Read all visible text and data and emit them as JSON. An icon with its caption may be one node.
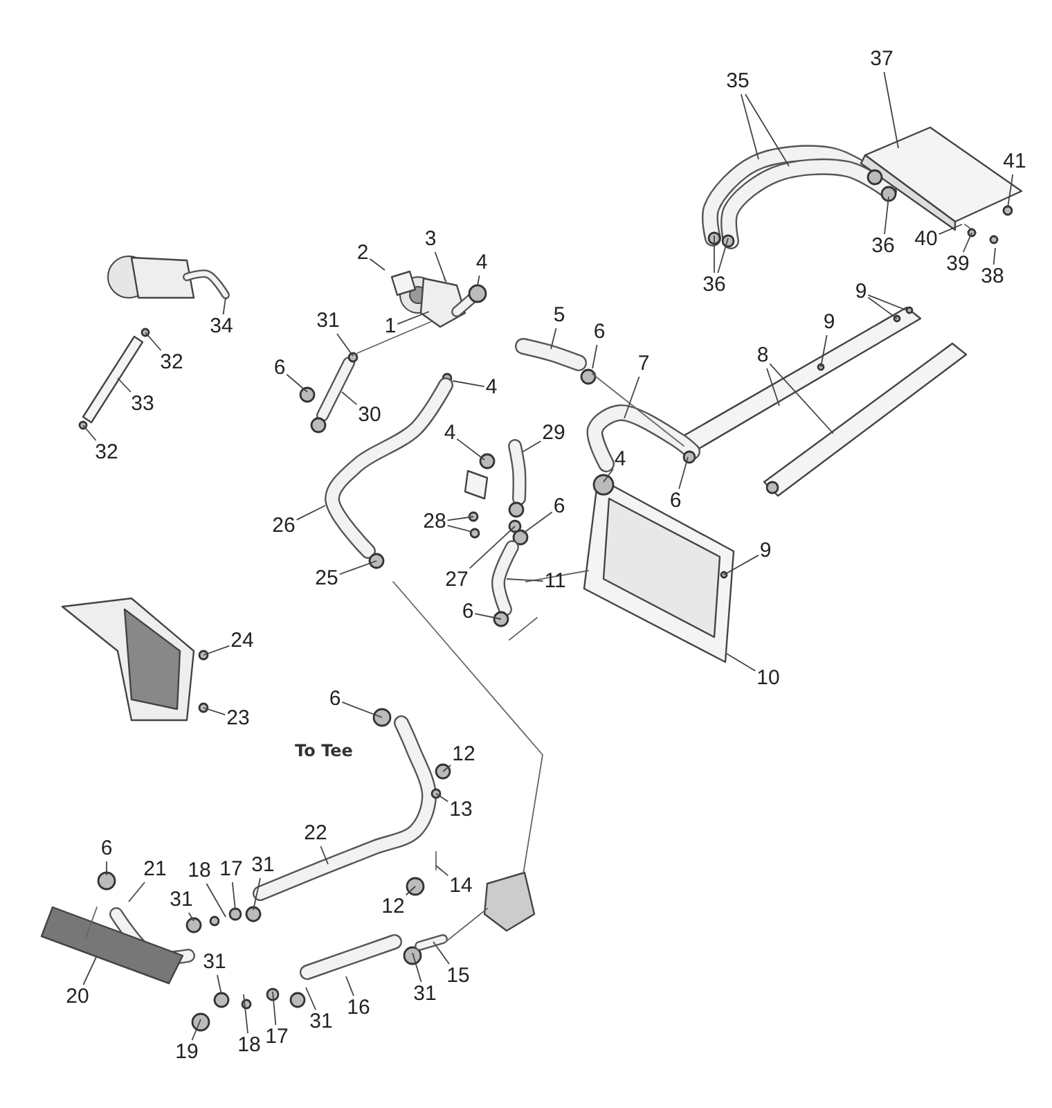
{
  "diagram": {
    "nodes": [
      {
        "text": [
          "37"
        ]
      },
      {
        "text": [
          "35"
        ]
      },
      {
        "text": [
          "41"
        ]
      },
      {
        "text": [
          "3"
        ]
      },
      {
        "text": [
          "40"
        ]
      },
      {
        "text": [
          "36"
        ]
      },
      {
        "text": [
          "2"
        ]
      },
      {
        "text": [
          "4"
        ]
      },
      {
        "text": [
          "39"
        ]
      },
      {
        "text": [
          "38"
        ]
      },
      {
        "text": [
          "36"
        ]
      },
      {
        "text": [
          "9"
        ]
      },
      {
        "text": [
          "5"
        ]
      },
      {
        "text": [
          "31"
        ]
      },
      {
        "text": [
          "9"
        ]
      },
      {
        "text": [
          "1"
        ]
      },
      {
        "text": [
          "34"
        ]
      },
      {
        "text": [
          "6"
        ]
      },
      {
        "text": [
          "8"
        ]
      },
      {
        "text": [
          "32"
        ]
      },
      {
        "text": [
          "7"
        ]
      },
      {
        "text": [
          "6"
        ]
      },
      {
        "text": [
          "4"
        ]
      },
      {
        "text": [
          "33"
        ]
      },
      {
        "text": [
          "30"
        ]
      },
      {
        "text": [
          "29"
        ]
      },
      {
        "text": [
          "4"
        ]
      },
      {
        "text": [
          "32"
        ]
      },
      {
        "text": [
          "4"
        ]
      },
      {
        "text": [
          "6"
        ]
      },
      {
        "text": [
          "6"
        ]
      },
      {
        "text": [
          "28"
        ]
      },
      {
        "text": [
          "26"
        ]
      },
      {
        "text": [
          "9"
        ]
      },
      {
        "text": [
          "27"
        ]
      },
      {
        "text": [
          "25"
        ]
      },
      {
        "text": [
          "11"
        ]
      },
      {
        "text": [
          "6"
        ]
      },
      {
        "text": [
          "24"
        ]
      },
      {
        "text": [
          "10"
        ]
      },
      {
        "text": [
          "6"
        ]
      },
      {
        "text": [
          "23"
        ]
      },
      {
        "text": [
          "12"
        ]
      },
      {
        "text": [
          "13"
        ]
      },
      {
        "text": [
          "22"
        ]
      },
      {
        "text": [
          "6"
        ]
      },
      {
        "text": [
          "31"
        ]
      },
      {
        "text": [
          "21"
        ]
      },
      {
        "text": [
          "18"
        ]
      },
      {
        "text": [
          "17"
        ]
      },
      {
        "text": [
          "14"
        ]
      },
      {
        "text": [
          "31"
        ]
      },
      {
        "text": [
          "12"
        ]
      },
      {
        "text": [
          "31"
        ]
      },
      {
        "text": [
          "15"
        ]
      },
      {
        "text": [
          "31"
        ]
      },
      {
        "text": [
          "20"
        ]
      },
      {
        "text": [
          "16"
        ]
      },
      {
        "text": [
          "31"
        ]
      },
      {
        "text": [
          "17"
        ]
      },
      {
        "text": [
          "18"
        ]
      },
      {
        "text": [
          "19"
        ]
      }
    ],
    "edges": [
      {
        "from": 0,
        "to": null,
        "arrow": "none"
      },
      {
        "from": 1,
        "to": null,
        "arrow": "none"
      },
      {
        "from": 1,
        "to": null,
        "arrow": "none"
      },
      {
        "from": 2,
        "to": null,
        "arrow": "none"
      },
      {
        "from": 3,
        "to": null,
        "arrow": "none"
      },
      {
        "from": 4,
        "to": null,
        "arrow": "none"
      },
      {
        "from": 5,
        "to": null,
        "arrow": "none"
      },
      {
        "from": 6,
        "to": null,
        "arrow": "none"
      },
      {
        "from": 7,
        "to": null,
        "arrow": "none"
      },
      {
        "from": 8,
        "to": null,
        "arrow": "none"
      },
      {
        "from": 9,
        "to": null,
        "arrow": "none"
      },
      {
        "from": 10,
        "to": null,
        "arrow": "none"
      },
      {
        "from": 10,
        "to": null,
        "arrow": "none"
      },
      {
        "from": 11,
        "to": null,
        "arrow": "none"
      },
      {
        "from": 11,
        "to": null,
        "arrow": "none"
      },
      {
        "from": 12,
        "to": null,
        "arrow": "none"
      },
      {
        "from": 13,
        "to": null,
        "arrow": "none"
      },
      {
        "from": 14,
        "to": null,
        "arrow": "none"
      },
      {
        "from": 15,
        "to": null,
        "arrow": "none"
      },
      {
        "from": 16,
        "to": null,
        "arrow": "none"
      },
      {
        "from": 17,
        "to": null,
        "arrow": "none"
      },
      {
        "from": 18,
        "to": null,
        "arrow": "none"
      },
      {
        "from": 18,
        "to": null,
        "arrow": "none"
      },
      {
        "from": 19,
        "to": null,
        "arrow": "none"
      },
      {
        "from": 20,
        "to": null,
        "arrow": "none"
      },
      {
        "from": 21,
        "to": null,
        "arrow": "none"
      },
      {
        "from": 22,
        "to": null,
        "arrow": "none"
      },
      {
        "from": 23,
        "to": null,
        "arrow": "none"
      },
      {
        "from": 24,
        "to": null,
        "arrow": "none"
      },
      {
        "from": 25,
        "to": null,
        "arrow": "none"
      },
      {
        "from": 26,
        "to": null,
        "arrow": "none"
      },
      {
        "from": 27,
        "to": null,
        "arrow": "none"
      },
      {
        "from": 28,
        "to": null,
        "arrow": "none"
      },
      {
        "from": 29,
        "to": null,
        "arrow": "none"
      },
      {
        "from": 30,
        "to": null,
        "arrow": "none"
      },
      {
        "from": 31,
        "to": null,
        "arrow": "none"
      },
      {
        "from": 31,
        "to": null,
        "arrow": "none"
      },
      {
        "from": 32,
        "to": null,
        "arrow": "none"
      },
      {
        "from": 33,
        "to": null,
        "arrow": "none"
      },
      {
        "from": 34,
        "to": null,
        "arrow": "none"
      },
      {
        "from": 35,
        "to": null,
        "arrow": "none"
      },
      {
        "from": 36,
        "to": null,
        "arrow": "none"
      },
      {
        "from": 37,
        "to": null,
        "arrow": "none"
      },
      {
        "from": 38,
        "to": null,
        "arrow": "none"
      },
      {
        "from": 39,
        "to": null,
        "arrow": "none"
      },
      {
        "from": 40,
        "to": null,
        "arrow": "none"
      },
      {
        "from": 41,
        "to": null,
        "arrow": "none"
      },
      {
        "from": 42,
        "to": null,
        "arrow": "none"
      },
      {
        "from": 43,
        "to": null,
        "arrow": "none"
      },
      {
        "from": 44,
        "to": null,
        "arrow": "none"
      },
      {
        "from": 45,
        "to": null,
        "arrow": "none"
      },
      {
        "from": 46,
        "to": null,
        "arrow": "none"
      },
      {
        "from": 47,
        "to": null,
        "arrow": "none"
      },
      {
        "from": 48,
        "to": null,
        "arrow": "none"
      },
      {
        "from": 49,
        "to": null,
        "arrow": "none"
      },
      {
        "from": 50,
        "to": null,
        "arrow": "none"
      },
      {
        "from": 51,
        "to": null,
        "arrow": "none"
      },
      {
        "from": 52,
        "to": null,
        "arrow": "none"
      },
      {
        "from": 53,
        "to": null,
        "arrow": "none"
      },
      {
        "from": 54,
        "to": null,
        "arrow": "none"
      },
      {
        "from": 55,
        "to": null,
        "arrow": "none"
      },
      {
        "from": 56,
        "to": null,
        "arrow": "none"
      },
      {
        "from": 57,
        "to": null,
        "arrow": "none"
      },
      {
        "from": 58,
        "to": null,
        "arrow": "none"
      },
      {
        "from": 59,
        "to": null,
        "arrow": "none"
      },
      {
        "from": 60,
        "to": null,
        "arrow": "none"
      },
      {
        "from": 61,
        "to": null,
        "arrow": "none"
      }
    ],
    "labels": [
      "To Tee"
    ]
  }
}
